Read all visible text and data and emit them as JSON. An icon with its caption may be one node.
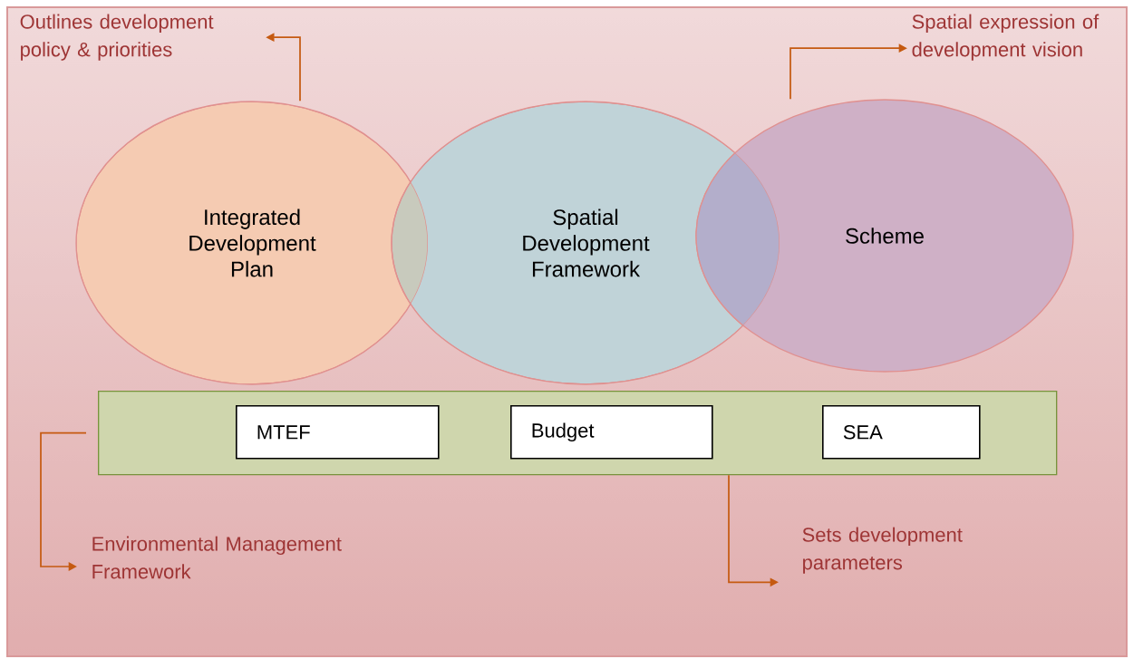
{
  "diagram": {
    "nodes": [
      {
        "text": [
          "Integrated Development Plan"
        ]
      },
      {
        "text": [
          "Spatial Development Framework"
        ]
      },
      {
        "text": [
          "Scheme"
        ]
      },
      {
        "text": [],
        "shape": "box"
      },
      {
        "text": [
          "MTEF"
        ],
        "in": 3
      },
      {
        "text": [
          "Budget"
        ],
        "in": 3
      },
      {
        "text": [
          "SEA"
        ],
        "in": 3
      },
      {
        "text": [
          "Outlines development policy & priorities"
        ]
      },
      {
        "text": [
          "Spatial expression of development vision"
        ]
      },
      {
        "text": [
          "Environmental Management Framework"
        ]
      },
      {
        "text": [
          "Sets development parameters"
        ]
      }
    ],
    "edges": [
      {
        "from": 0,
        "to": 7,
        "arrow": "to"
      },
      {
        "from": 2,
        "to": 8,
        "arrow": "to"
      },
      {
        "from": 3,
        "to": 9,
        "arrow": "to"
      },
      {
        "from": 3,
        "to": 10,
        "arrow": "to"
      }
    ]
  }
}
